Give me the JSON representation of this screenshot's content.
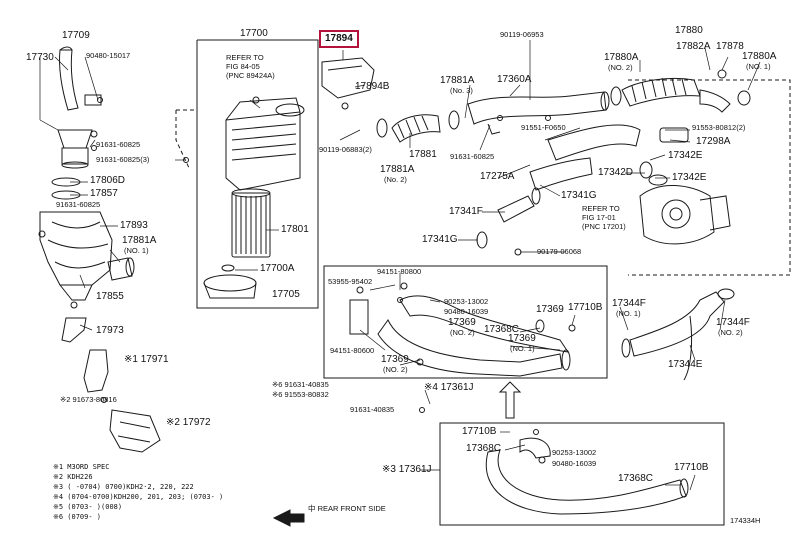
{
  "colors": {
    "ink": "#1a1a1a",
    "highlight": "#b3123a",
    "bg": "#ffffff"
  },
  "highlighted_part": "17894",
  "labels": {
    "p17709": "17709",
    "p90480_15017": "90480-15017",
    "p17730": "17730",
    "p91631_60825_a": "91631-60825",
    "p91631_60825_3": "91631-60825(3)",
    "p17806d": "17806D",
    "p17857": "17857",
    "p91631_60825_b": "91631-60825",
    "p17893": "17893",
    "p17881a_l": "17881A",
    "no1_l": "(NO. 1)",
    "p17855": "17855",
    "p17973": "17973",
    "p17971": "※1 17971",
    "p91673": "※2 91673-80816",
    "p17972": "※2 17972",
    "p17700": "17700",
    "refer_30_1": "REFER TO",
    "refer_30_2": "FIG 84-05",
    "refer_30_3": "(PNC 89424A)",
    "p17801": "17801",
    "p17700a": "17700A",
    "p17705": "17705",
    "p17894b": "17894B",
    "p90119_06883": "90119-06883(2)",
    "p17881": "17881",
    "p17881a_no2": "17881A",
    "no2_m": "(No. 2)",
    "p90119_06953": "90119-06953",
    "p17881a_no3": "17881A",
    "no3": "(No. 3)",
    "p17360a": "17360A",
    "p91551": "91551-F0650",
    "p91631_60825_c": "91631-60825",
    "p17275a": "17275A",
    "p17341g_a": "17341G",
    "p17341f": "17341F",
    "p17341g_b": "17341G",
    "refer_17_1": "REFER TO",
    "refer_17_2": "FIG 17-01",
    "refer_17_3": "(PNC 17201)",
    "p90179": "90179-06068",
    "p17880": "17880",
    "p17882a": "17882A",
    "p17878": "17878",
    "p17880a_no2": "17880A",
    "no2_r": "(NO. 2)",
    "p17880a_no1": "17880A",
    "no1_r": "(NO. 1)",
    "p91553": "91553-80812(2)",
    "p17298a": "17298A",
    "p17342d": "17342D",
    "p17342e": "17342E",
    "p17342e_top": "17342E",
    "p17344f_no1": "17344F",
    "no1_b": "(NO. 1)",
    "p17344f_no2": "17344F",
    "no2_b": "(NO. 2)",
    "p17344e": "17344E",
    "p53955": "53955-95402",
    "p94151_80800": "94151-80800",
    "p90253_a": "90253-13002",
    "p90480_16039_a": "90480-16039",
    "p17369_top": "17369",
    "p17710b_a": "17710B",
    "p17369_no2a": "17369",
    "no2_c": "(NO. 2)",
    "p17368c_a": "17368C",
    "p17369_b": "17369",
    "no1_c": "(NO. 1)",
    "p94151_80600": "94151-80600",
    "p17369_c": "17369",
    "no2_d": "(NO. 2)",
    "p91631_40835_a": "※6 91631-40835",
    "p91553_80832": "※6 91553-80832",
    "p17361j_a": "※4 17361J",
    "p91631_40835_b": "91631-40835",
    "p17710b_b": "17710B",
    "p17368c_b": "17368C",
    "p90253_b": "90253-13002",
    "p90480_16039_b": "90480-16039",
    "p17361j_b": "※3 17361J",
    "p17368c_c": "17368C",
    "p17710b_c": "17710B",
    "front_label": "中 REAR FRONT SIDE",
    "catalog_no": "174334H"
  },
  "notes": [
    "※1  M3ORD SPEC",
    "※2  KDH226",
    "※3  (    -0704)  0700)KDH2·2, 220, 222",
    "※4  (0704-0700)KDH200, 201, 203; (0703-     )",
    "※5  (0703-   )(008)",
    "※6  (0709-   )"
  ]
}
